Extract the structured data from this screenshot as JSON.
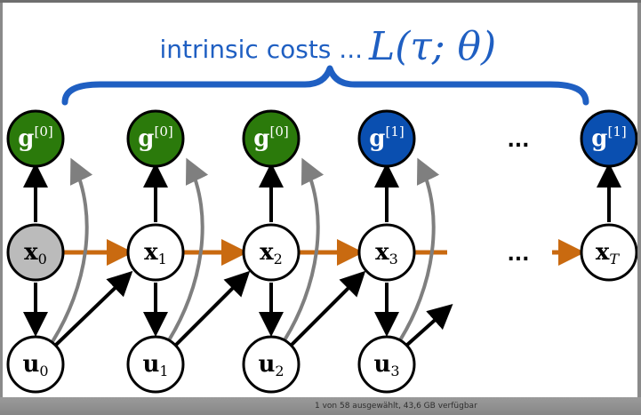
{
  "caption": {
    "prefix": "intrinsic costs ...",
    "formula": "L(τ; θ)"
  },
  "colors": {
    "green": "#2b7a0b",
    "blue": "#0a4fb0",
    "gray_node": "#bbbbbb",
    "orange_arrow": "#c96a10",
    "gray_arrow": "#7f7f7f",
    "brace": "#1f5fc2"
  },
  "goal_nodes": [
    {
      "bold": "g",
      "sup": "[0]"
    },
    {
      "bold": "g",
      "sup": "[0]"
    },
    {
      "bold": "g",
      "sup": "[0]"
    },
    {
      "bold": "g",
      "sup": "[1]"
    },
    {
      "bold": "g",
      "sup": "[1]"
    }
  ],
  "state_nodes": [
    {
      "bold": "x",
      "sub": "0"
    },
    {
      "bold": "x",
      "sub": "1"
    },
    {
      "bold": "x",
      "sub": "2"
    },
    {
      "bold": "x",
      "sub": "3"
    },
    {
      "bold": "x",
      "sub": "T"
    }
  ],
  "action_nodes": [
    {
      "bold": "u",
      "sub": "0"
    },
    {
      "bold": "u",
      "sub": "1"
    },
    {
      "bold": "u",
      "sub": "2"
    },
    {
      "bold": "u",
      "sub": "3"
    }
  ],
  "ellipsis_goals": "...",
  "ellipsis_states": "...",
  "status_text": "1 von 58 ausgewählt, 43,6 GB verfügbar"
}
